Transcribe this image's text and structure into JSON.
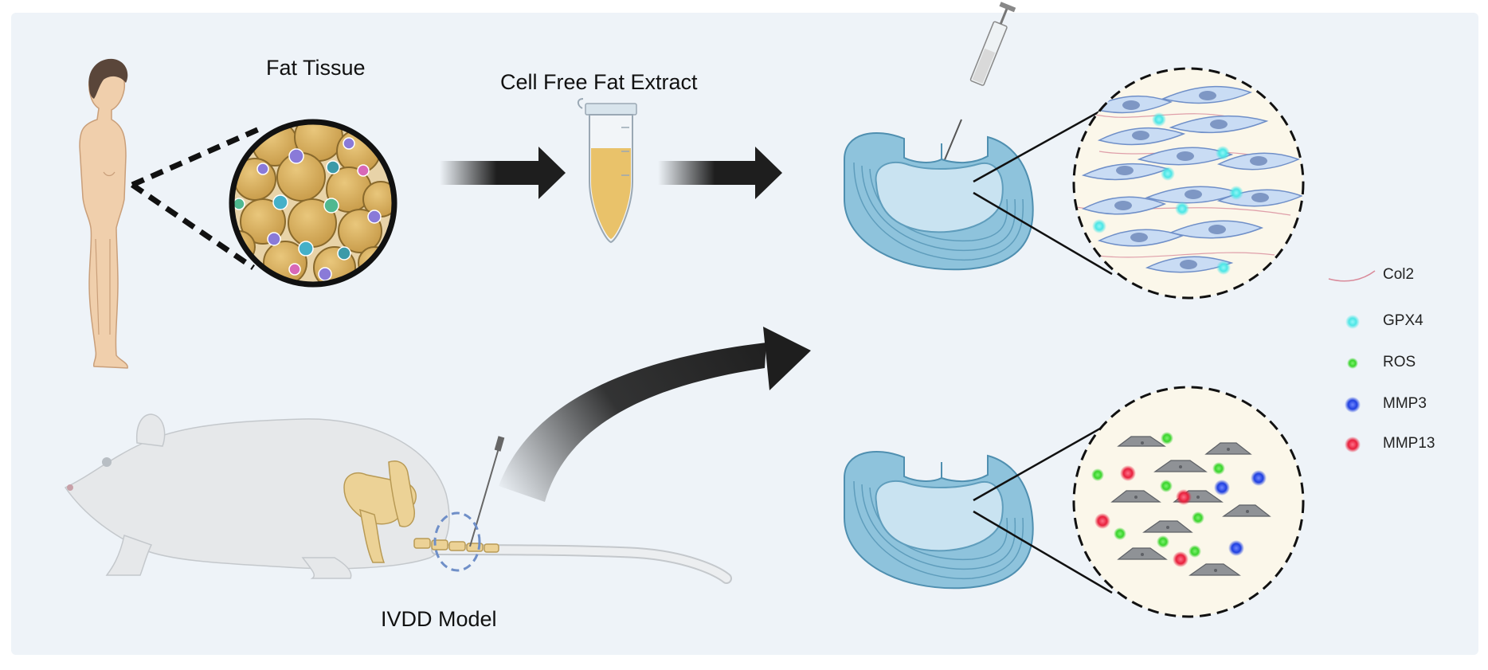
{
  "diagram": {
    "labels": {
      "fat_tissue": "Fat Tissue",
      "cell_free_fat_extract": "Cell Free Fat Extract",
      "ivdd_model": "IVDD Model"
    },
    "legend": [
      {
        "label": "Col2",
        "color": "#d98a9a",
        "symbol": "curve"
      },
      {
        "label": "GPX4",
        "color": "#4de6e6",
        "symbol": "dot"
      },
      {
        "label": "ROS",
        "color": "#3ad42c",
        "symbol": "dot"
      },
      {
        "label": "MMP3",
        "color": "#2040e0",
        "symbol": "dot"
      },
      {
        "label": "MMP13",
        "color": "#e8203c",
        "symbol": "dot"
      }
    ],
    "colors": {
      "background": "#eef3f8",
      "skin": "#f0cfac",
      "fat_cell": "#d8b064",
      "disc": "#8ec3dc",
      "disc_core": "#c9e3f1",
      "arrow": "#1e1e1e",
      "rat": "#e6e8ea",
      "bone": "#ecd296"
    }
  }
}
